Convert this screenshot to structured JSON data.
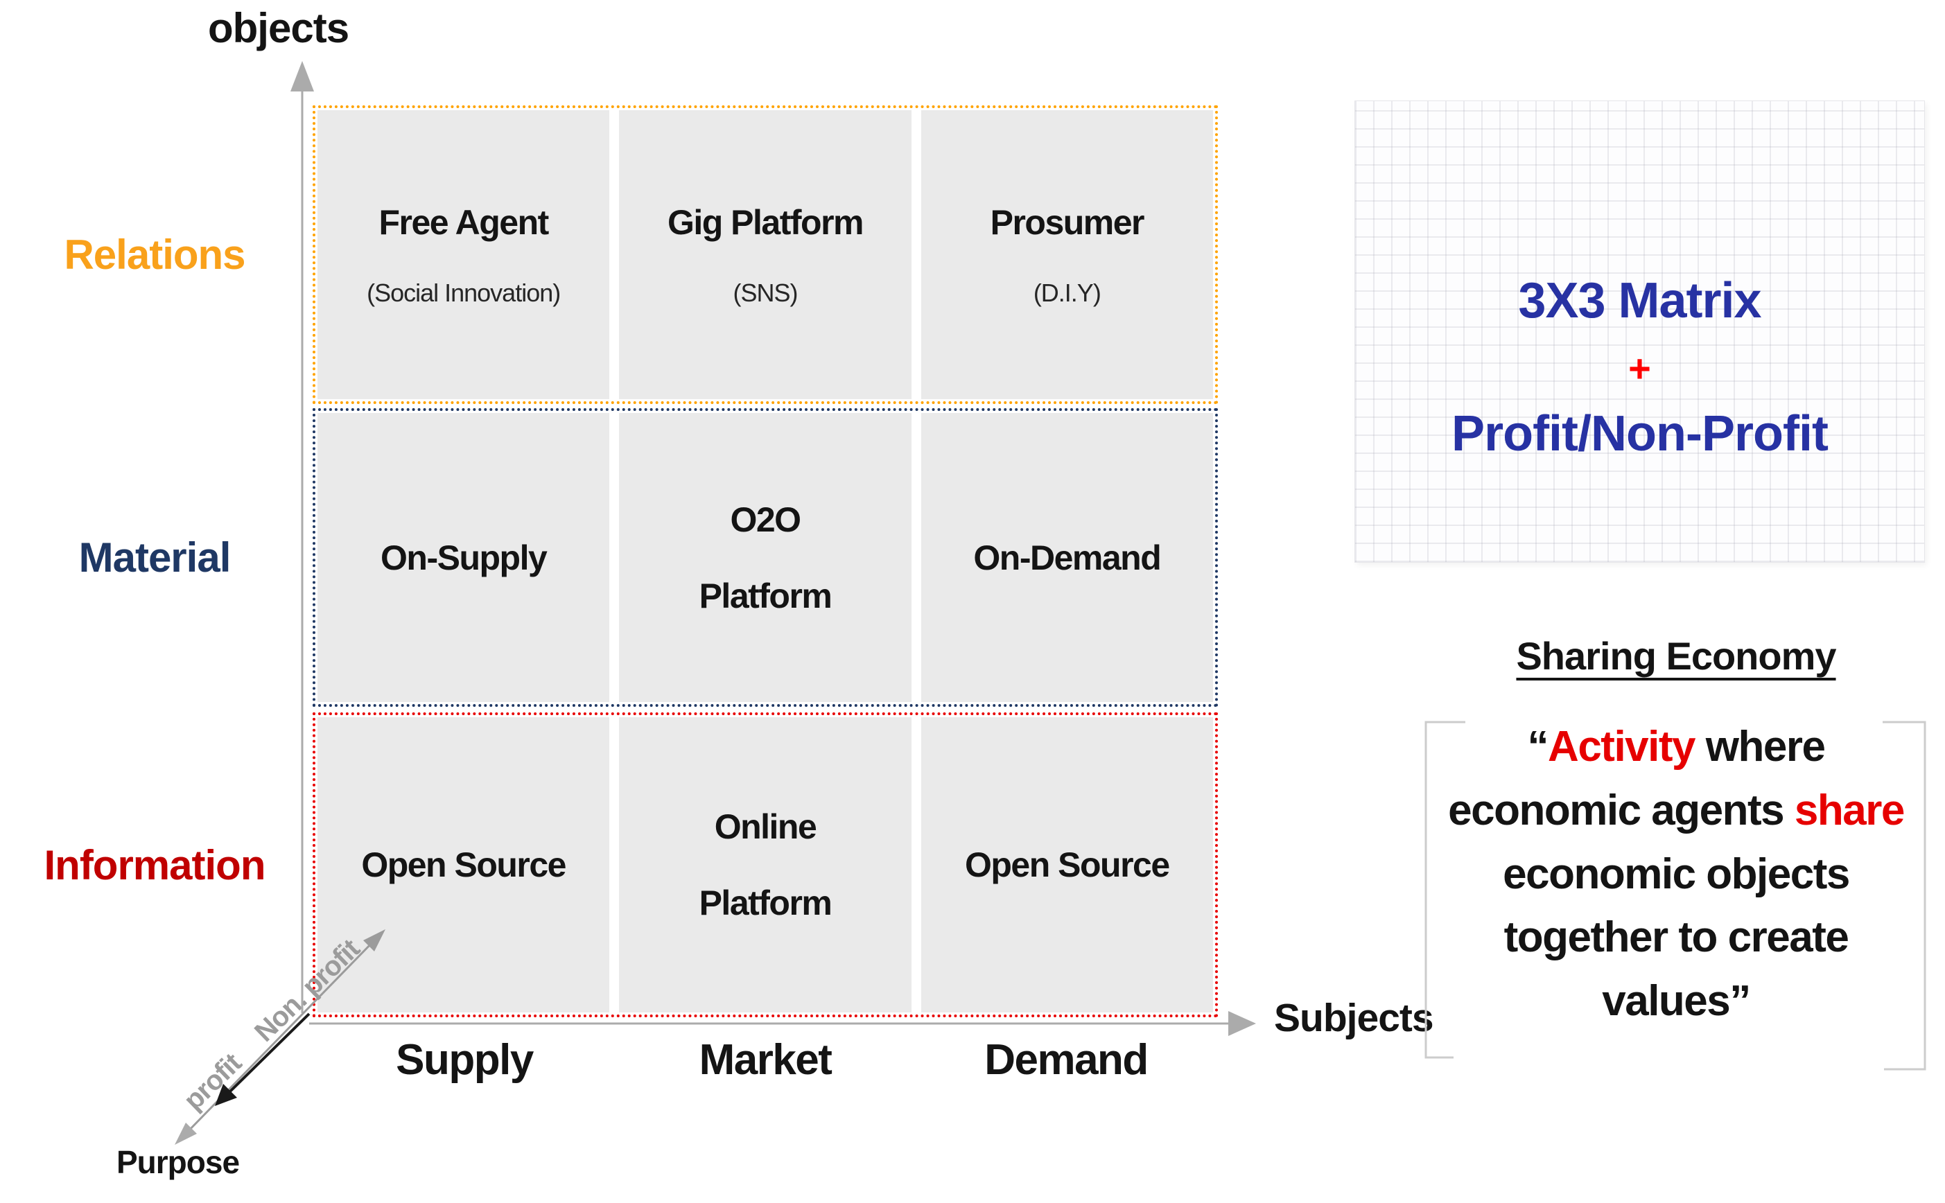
{
  "axes": {
    "y_label": "objects",
    "x_label": "Subjects",
    "diagonal_label": "Purpose",
    "diagonal_negative": "profit",
    "diagonal_positive": "Non. profit"
  },
  "matrix": {
    "rows": [
      {
        "label": "Relations",
        "cells": [
          {
            "title": "Free Agent",
            "subtitle": "(Social Innovation)"
          },
          {
            "title": "Gig Platform",
            "subtitle": "(SNS)"
          },
          {
            "title": "Prosumer",
            "subtitle": "(D.I.Y)"
          }
        ]
      },
      {
        "label": "Material",
        "cells": [
          {
            "title": "On-Supply",
            "subtitle": ""
          },
          {
            "title": "O2O",
            "title2": "Platform",
            "subtitle": ""
          },
          {
            "title": "On-Demand",
            "subtitle": ""
          }
        ]
      },
      {
        "label": "Information",
        "cells": [
          {
            "title": "Open Source",
            "subtitle": ""
          },
          {
            "title": "Online",
            "title2": "Platform",
            "subtitle": ""
          },
          {
            "title": "Open Source",
            "subtitle": ""
          }
        ]
      }
    ],
    "columns": [
      "Supply",
      "Market",
      "Demand"
    ]
  },
  "side_panel": {
    "box_line1": "3X3 Matrix",
    "box_plus": "+",
    "box_line2": "Profit/Non-Profit",
    "heading": "Sharing Economy",
    "quote_open": "“",
    "quote_red1": "Activity",
    "quote_mid": " where economic agents ",
    "quote_red2": "share",
    "quote_tail": " economic objects together to create values”"
  },
  "colors": {
    "relations": "#F9A11B",
    "material": "#1F3864",
    "information": "#C00000",
    "border_relations": "#FFA300",
    "border_material": "#1F3864",
    "border_information": "#E80000",
    "cell_background": "#EAEAEA",
    "axis_gray": "#ABABAB",
    "diagonal_text_gray": "#9B9B9B",
    "diagonal_dark": "#1A1A1A",
    "box_title_blue": "#2732A3",
    "plus_red": "#FF0000",
    "quote_red": "#E60000",
    "text_black": "#141414"
  }
}
